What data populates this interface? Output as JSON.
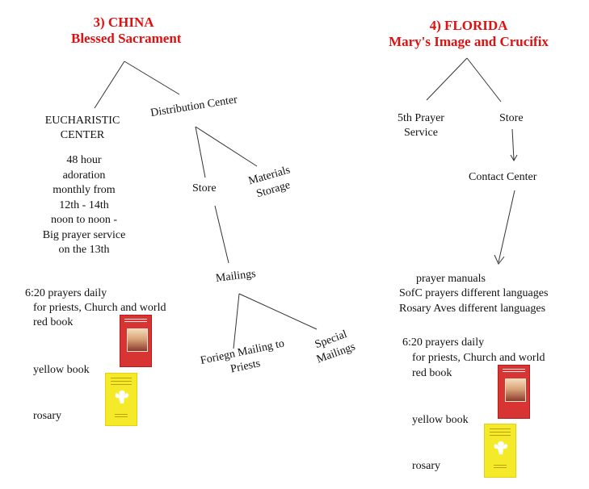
{
  "left": {
    "title_1": "3) CHINA",
    "title_2": "Blessed Sacrament",
    "eucharistic_center_1": "EUCHARISTIC",
    "eucharistic_center_2": "CENTER",
    "distribution_center": "Distribution Center",
    "adoration_lines": [
      "48 hour",
      "adoration",
      "monthly from",
      "12th - 14th",
      "noon to noon -",
      "Big prayer service",
      "on the 13th"
    ],
    "store": "Store",
    "materials_1": "Materials",
    "materials_2": "Storage",
    "mailings": "Mailings",
    "foreign_1": "Foriegn Mailing to",
    "foreign_2": "Priests",
    "special_1": "Special",
    "special_2": "Mailings",
    "prayers_line1": "6:20 prayers daily",
    "prayers_line2": "for priests, Church and world",
    "red_book": "red book",
    "yellow_book": "yellow book",
    "rosary": "rosary"
  },
  "right": {
    "title_1": "4) FLORIDA",
    "title_2": "Mary's Image and Crucifix",
    "prayer_service_1": "5th Prayer",
    "prayer_service_2": "Service",
    "store": "Store",
    "contact_center": "Contact Center",
    "list": [
      "prayer manuals",
      "SofC prayers different languages",
      "Rosary Aves different languages"
    ],
    "prayers_line1": "6:20 prayers daily",
    "prayers_line2": "for priests, Church and world",
    "red_book": "red book",
    "yellow_book": "yellow book",
    "rosary": "rosary"
  },
  "colors": {
    "title": "#e01010",
    "lines": "#333333",
    "red_book": "#d83434",
    "yellow_book": "#f4ea2a"
  }
}
